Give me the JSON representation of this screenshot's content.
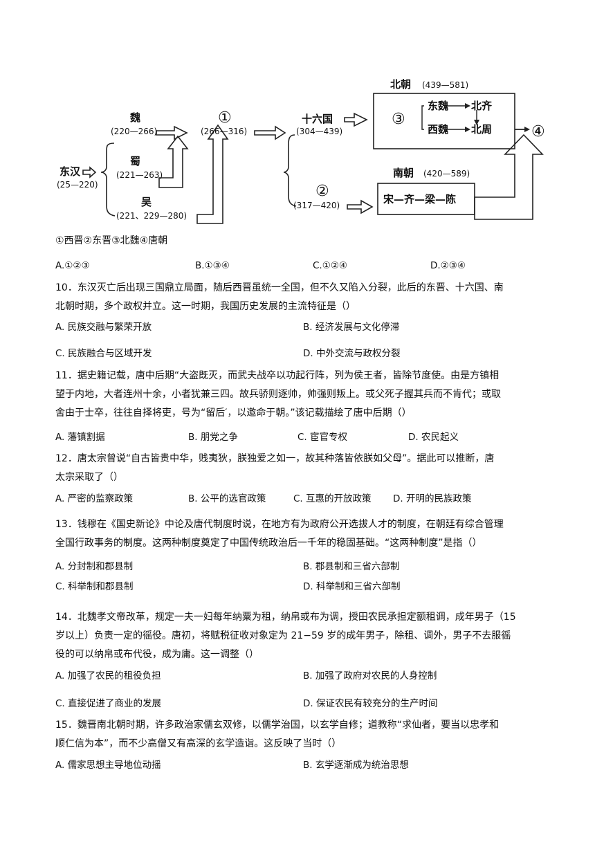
{
  "diagram": {
    "donghan": "东汉",
    "donghan_years": "(25—220)",
    "wei": "魏",
    "wei_years": "(220—266)",
    "shu": "蜀",
    "shu_years": "(221—263)",
    "wu": "吴",
    "wu_years": "(221、229—280)",
    "m1": "①",
    "m1_years": "(266—316)",
    "sixteen": "十六国",
    "sixteen_years": "(304—439)",
    "m2": "②",
    "m2_years": "(317—420)",
    "beichao": "北朝",
    "beichao_years": "(439—581)",
    "m3": "③",
    "dongwei": "东魏",
    "beiqi": "北齐",
    "xiwei": "西魏",
    "beizhou": "北周",
    "nanchao": "南朝",
    "nanchao_years": "(420—589)",
    "nanchao_chain": "宋—齐—梁—陈",
    "m4": "④"
  },
  "q9": {
    "caption": "①西晋②东晋③北魏④唐朝",
    "options": [
      "A.①②③",
      "B.①③④",
      "C.①②④",
      "D.②③④"
    ]
  },
  "q10": {
    "lines": [
      "10．东汉灭亡后出现三国鼎立局面，随后西晋虽统一全国，但不久又陷入分裂，此后的东晋、十六国、南",
      "北朝时期，多个政权并立。这一时期，我国历史发展的主流特征是（）"
    ],
    "options": [
      "A. 民族交融与繁荣开放",
      "B. 经济发展与文化停滞",
      "C. 民族融合与区域开发",
      "D. 中外交流与政权分裂"
    ]
  },
  "q11": {
    "lines": [
      "11．据史籍记载，唐中后期“大盗既灭，而武夫战卒以功起行阵，列为侯王者，皆除节度使。由是方镇相",
      "望于内地，大者连州十余，小者犹兼三四。故兵骄则逐帅，帅强则叛上。或父死子握其兵而不肯代；或取",
      "舍由于士卒，往往自择将吏，号为“留后′，以邀命于朝。”该记载描绘了唐中后期（）"
    ],
    "options": [
      "A. 藩镇割据",
      "B. 朋党之争",
      "C. 宦官专权",
      "D. 农民起义"
    ]
  },
  "q12": {
    "lines": [
      "12．唐太宗曾说“自古皆贵中华，贱夷狄，朕独爱之如一，故其种落皆依朕如父母”。据此可以推断，唐",
      "太宗采取了（）"
    ],
    "options": [
      "A. 严密的监察政策",
      "B. 公平的选官政策",
      "C. 互惠的开放政策",
      "D. 开明的民族政策"
    ]
  },
  "q13": {
    "lines": [
      "13．钱穆在《国史新论》中论及唐代制度时说，在地方有为政府公开选拔人才的制度，在朝廷有综合管理",
      "全国行政事务的制度。这两种制度奠定了中国传统政治后一千年的稳固基础。“这两种制度”是指（）"
    ],
    "options": [
      "A. 分封制和郡县制",
      "B. 郡县制和三省六部制",
      "C. 科举制和郡县制",
      "D. 科举制和三省六部制"
    ]
  },
  "q14": {
    "lines": [
      "14．北魏孝文帝改革，规定一夫一妇每年纳粟为租，纳帛或布为调，授田农民承担定额租调，成年男子（15",
      "岁以上）负责一定的徭役。唐初，将赋税征收对象定为 21−59 岁的成年男子，除租、调外，男子不去服徭",
      "役的可以纳帛或布代役，成为庸。这一调整（）"
    ],
    "options": [
      "A. 加强了农民的租役负担",
      "B. 加强了政府对农民的人身控制",
      "C. 直接促进了商业的发展",
      "D. 保证农民有较充分的生产时间"
    ]
  },
  "q15": {
    "lines": [
      "15．魏晋南北朝时期，许多政治家儒玄双修，以儒学治国，以玄学自修；道教称“求仙者，要当以忠孝和",
      "顺仁信为本”，而不少高僧又有高深的玄学造诣。这反映了当时（）"
    ],
    "options": [
      "A. 儒家思想主导地位动摇",
      "B. 玄学逐渐成为统治思想"
    ]
  }
}
